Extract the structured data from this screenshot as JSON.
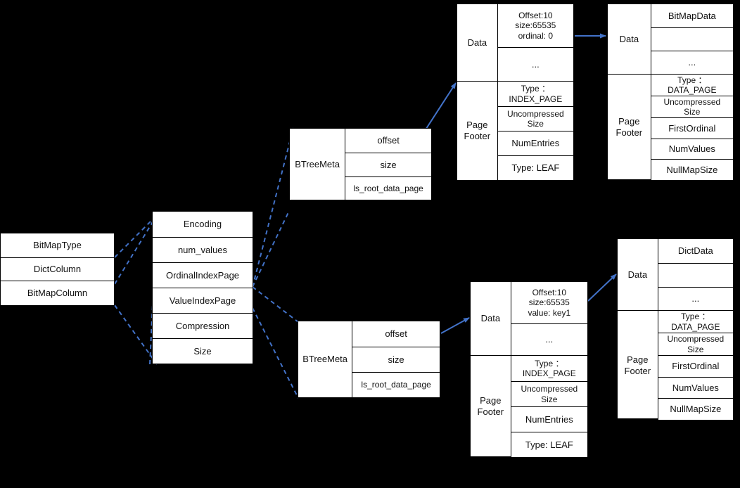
{
  "diagram": {
    "title": "Column index / page layout diagram",
    "accent_color": "#4272c8",
    "line_color": "#000000",
    "box_fill": "#ffffff",
    "text_color": "#111111"
  },
  "column_types_box": {
    "name": "column-types",
    "rows": [
      "BitMapType",
      "DictColumn",
      "BitMapColumn"
    ]
  },
  "column_meta_box": {
    "name": "column-meta",
    "rows": [
      "Encoding",
      "num_values",
      "OrdinalIndexPage",
      "ValueIndexPage",
      "Compression",
      "Size"
    ]
  },
  "btree_meta_top": {
    "name": "btree-meta-ordinal",
    "label": "BTreeMeta",
    "rows": [
      "offset",
      "size",
      "ls_root_data_page"
    ]
  },
  "btree_meta_bottom": {
    "name": "btree-meta-value",
    "label": "BTreeMeta",
    "rows": [
      "offset",
      "size",
      "ls_root_data_page"
    ]
  },
  "index_page_top": {
    "name": "ordinal-index-page",
    "data_label": "Data",
    "footer_label": "Page\nFooter",
    "data_rows": [
      "Offset:10\nsize:65535\nordinal: 0",
      "..."
    ],
    "footer_rows": [
      "Type ：\nINDEX_PAGE",
      "Uncompressed\nSize",
      "NumEntries",
      "Type: LEAF"
    ]
  },
  "index_page_bottom": {
    "name": "value-index-page",
    "data_label": "Data",
    "footer_label": "Page\nFooter",
    "data_rows": [
      "Offset:10\nsize:65535\nvalue: key1",
      "..."
    ],
    "footer_rows": [
      "Type ：\nINDEX_PAGE",
      "Uncompressed\nSize",
      "NumEntries",
      "Type: LEAF"
    ]
  },
  "data_page_top": {
    "name": "bitmap-data-page",
    "data_label": "Data",
    "footer_label": "Page\nFooter",
    "data_rows": [
      "BitMapData",
      "",
      "..."
    ],
    "footer_rows": [
      "Type ：\nDATA_PAGE",
      "Uncompressed\nSize",
      "FirstOrdinal",
      "NumValues",
      "NullMapSize"
    ]
  },
  "data_page_bottom": {
    "name": "dict-data-page",
    "data_label": "Data",
    "footer_label": "Page\nFooter",
    "data_rows": [
      "DictData",
      "",
      "..."
    ],
    "footer_rows": [
      "Type ：\nDATA_PAGE",
      "Uncompressed\nSize",
      "FirstOrdinal",
      "NumValues",
      "NullMapSize"
    ]
  },
  "connectors": {
    "dashed_count": 7,
    "arrow_count": 4,
    "style": "dashed-blue-associations and solid-blue-arrows"
  }
}
